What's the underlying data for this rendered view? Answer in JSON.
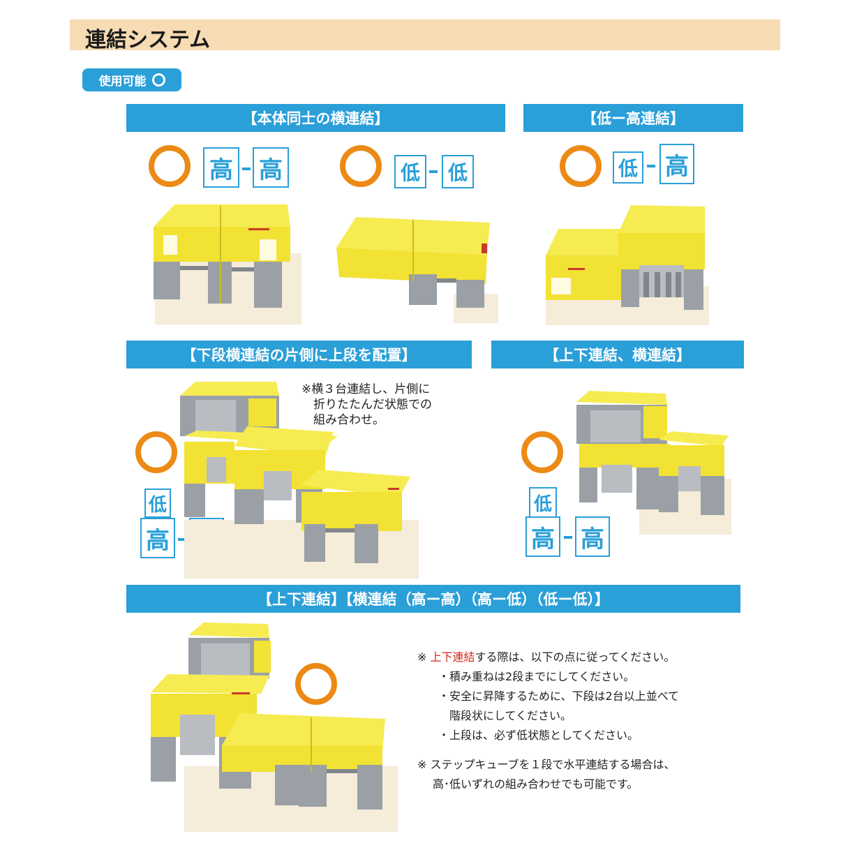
{
  "header": {
    "title": "連結システム"
  },
  "badge": {
    "label": "使用可能"
  },
  "sections": {
    "side_by_side": "【本体同士の横連結】",
    "low_high": "【低ー高連結】",
    "lower_row": "【下段横連結の片側に上段を配置】",
    "vert_horiz": "【上下連結、横連結】",
    "combined": "【上下連結】【横連結（高ー高）（高ー低）（低ー低）】"
  },
  "labels": {
    "high": "高",
    "low": "低"
  },
  "note_three": [
    "※横３台連結し、片側に",
    "折りたたんだ状態での",
    "組み合わせ。"
  ],
  "notes": {
    "n1_prefix": "※ ",
    "n1_red": "上下連結",
    "n1_rest": "する際は、以下の点に従ってください。",
    "b1": "・積み重ねは2段までにしてください。",
    "b2a": "・安全に昇降するために、下段は2台以上並べて",
    "b2b": "階段状にしてください。",
    "b3": "・上段は、必ず低状態としてください。",
    "n2a": "※ ステップキューブを１段で水平連結する場合は、",
    "n2b": "高･低いずれの組み合わせでも可能です。"
  },
  "colors": {
    "accent_blue": "#2a9fd8",
    "ok_orange": "#ec8a16",
    "title_bg": "#f6dbb3",
    "cube_yellow": "#f2e233",
    "cube_gray": "#9aa0a6"
  }
}
